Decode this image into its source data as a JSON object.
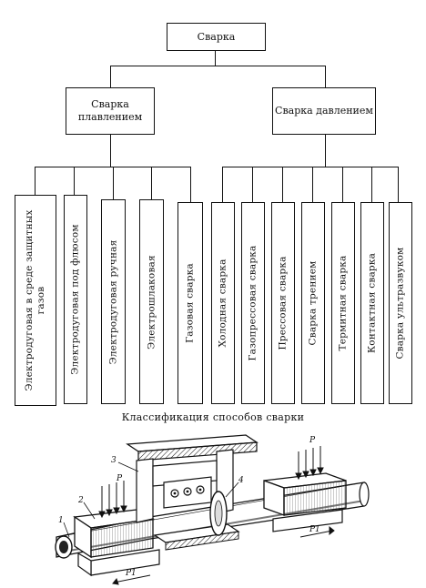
{
  "tree": {
    "root": {
      "label": "Сварка"
    },
    "groups": [
      {
        "label": "Сварка плавлением",
        "methods": [
          "Электродуговая в среде защитных газов",
          "Электродуговая под флюсом",
          "Электродуговая ручная",
          "Электрошлаковая",
          "Газовая сварка"
        ]
      },
      {
        "label": "Сварка давлением",
        "methods": [
          "Холодная сварка",
          "Газопрессовая сварка",
          "Прессовая сварка",
          "Сварка трением",
          "Термитная сварка",
          "Контактная сварка",
          "Сварка ультразвуком"
        ]
      }
    ]
  },
  "caption": "Классификация способов сварки",
  "figure": {
    "labels": {
      "n1": "1",
      "n2": "2",
      "n3": "3",
      "n4": "4",
      "p_left": "P",
      "p_right": "P",
      "p1_left": "P1",
      "p1_right": "P1"
    }
  }
}
